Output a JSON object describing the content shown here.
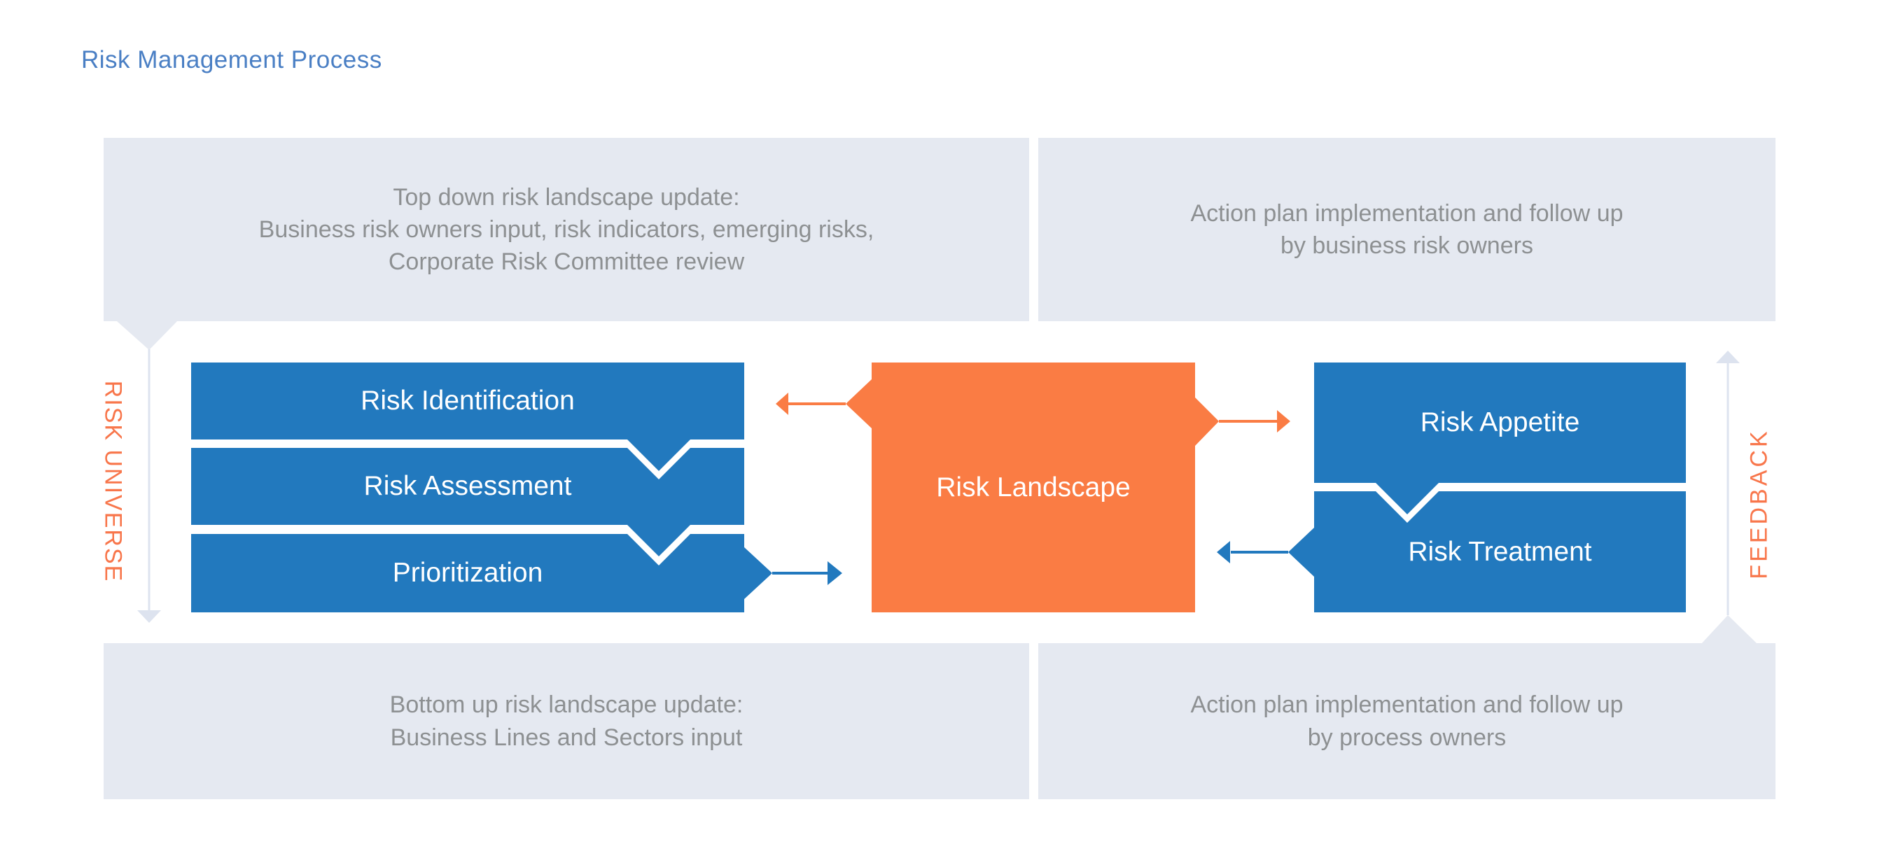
{
  "title": "Risk Management Process",
  "colors": {
    "title_text": "#4A7FC4",
    "panel_fill": "#E5E9F1",
    "panel_text": "#8D9092",
    "flow_arrow": "#DDE3EF",
    "process_blue": "#2279BE",
    "process_orange": "#FA7C44",
    "process_text": "#FFFFFF",
    "side_label_text": "#F8764B"
  },
  "panels": {
    "top_left": {
      "text": "Top down risk landscape update:\nBusiness risk owners input, risk indicators, emerging risks,\nCorporate Risk Committee review"
    },
    "top_right": {
      "text": "Action plan implementation and follow up\nby business risk owners"
    },
    "bottom_left": {
      "text": "Bottom up risk landscape update:\nBusiness Lines and Sectors input"
    },
    "bottom_right": {
      "text": "Action plan implementation and follow up\nby process owners"
    }
  },
  "side_labels": {
    "left": "RISK UNIVERSE",
    "right": "FEEDBACK"
  },
  "process": {
    "left_stack": [
      "Risk Identification",
      "Risk Assessment",
      "Prioritization"
    ],
    "center": "Risk Landscape",
    "right_stack": [
      "Risk Appetite",
      "Risk Treatment"
    ]
  }
}
